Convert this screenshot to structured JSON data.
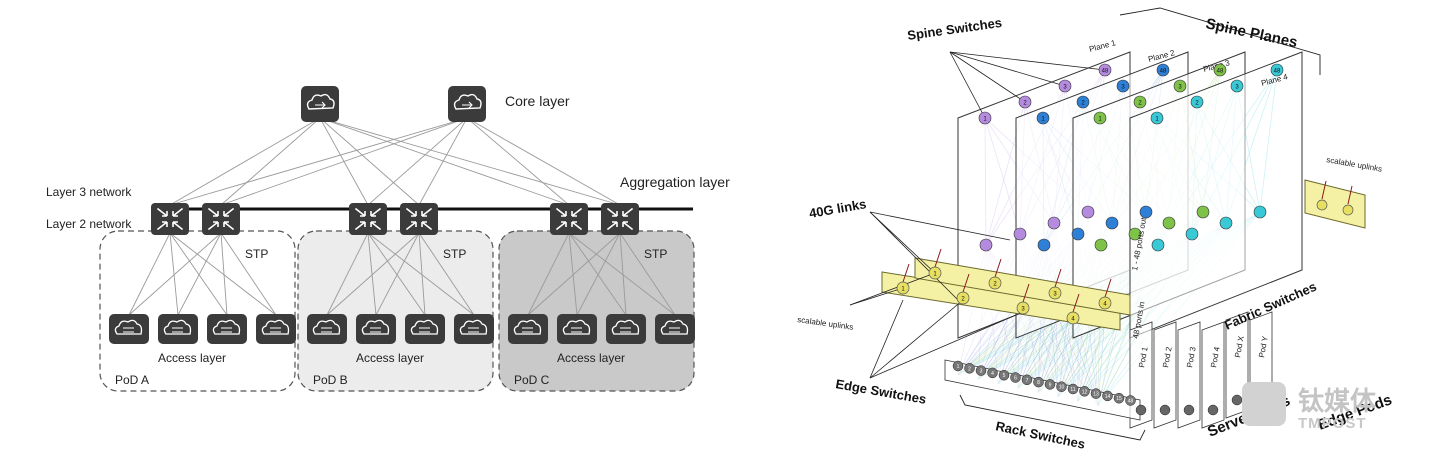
{
  "left_diagram": {
    "core_label": "Core layer",
    "aggregation_label": "Aggregation layer",
    "layer3_label": "Layer 3 network",
    "layer2_label": "Layer 2 network",
    "pods": [
      {
        "name": "PoD A",
        "stp_label": "STP",
        "access_label": "Access layer",
        "fill": "#ffffff"
      },
      {
        "name": "PoD B",
        "stp_label": "STP",
        "access_label": "Access layer",
        "fill": "#ececec"
      },
      {
        "name": "PoD C",
        "stp_label": "STP",
        "access_label": "Access layer",
        "fill": "#c9c9c9"
      }
    ]
  },
  "right_diagram": {
    "spine_planes_label": "Spine Planes",
    "spine_switches_label": "Spine Switches",
    "links_label": "40G links",
    "scalable_uplinks_top": "scalable uplinks",
    "scalable_uplinks_left": "scalable uplinks",
    "fabric_switches_label": "Fabric Switches",
    "edge_switches_label": "Edge Switches",
    "rack_switches_label": "Rack Switches",
    "server_pods_label": "Server Pods",
    "edge_pods_label": "Edge Pods",
    "ports_label_a": "48 ports in",
    "ports_label_b": "1 - 48 ports out",
    "planes": [
      "Plane 1",
      "Plane 2",
      "Plane 3",
      "Plane 4"
    ],
    "pods": [
      "Pod 1",
      "Pod 2",
      "Pod 3",
      "Pod 4",
      "Pod X",
      "Pod Y"
    ],
    "plane_colors": [
      "#b58be0",
      "#2e7fd6",
      "#7fc24a",
      "#39c9d6"
    ],
    "spine_numbers": [
      "1",
      "2",
      "3",
      "48"
    ],
    "edge_switch_numbers": [
      "1",
      "2",
      "3",
      "4"
    ],
    "rack_numbers": [
      "1",
      "2",
      "3",
      "4",
      "5",
      "6",
      "7",
      "8",
      "9",
      "10",
      "11",
      "12",
      "13",
      "14",
      "15",
      "48"
    ],
    "watermark": "钛媒体",
    "watermark_sub": "TMPOST"
  }
}
